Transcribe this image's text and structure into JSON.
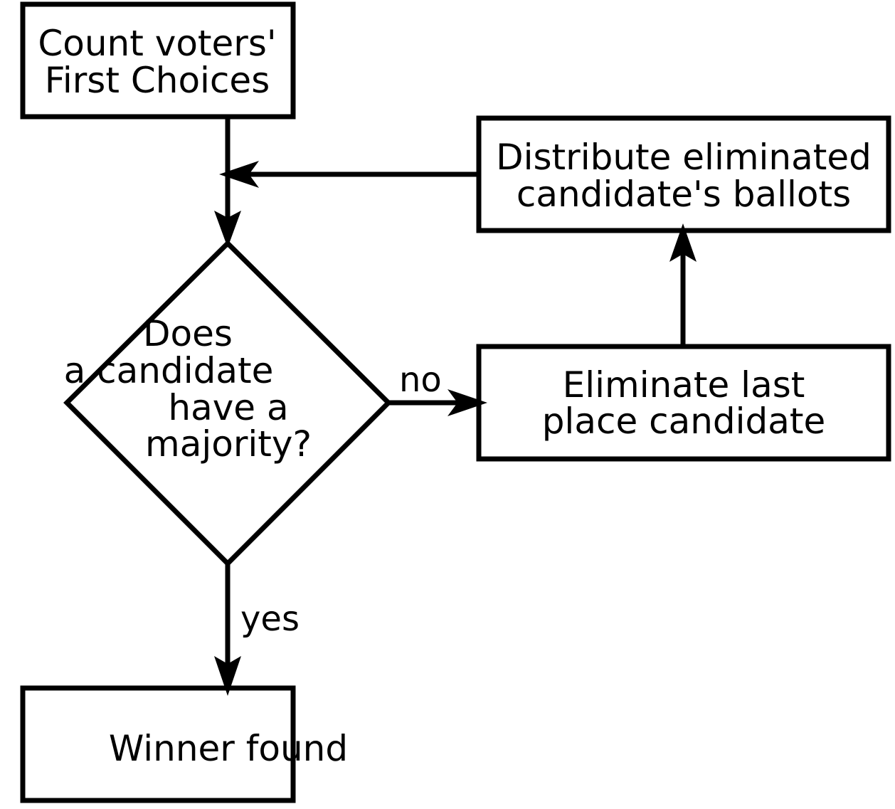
{
  "nodes": {
    "count_first_choices": {
      "lines": [
        "Count voters'",
        "First Choices"
      ]
    },
    "distribute_ballots": {
      "lines": [
        "Distribute eliminated",
        "candidate's ballots"
      ]
    },
    "majority_check": {
      "lines": [
        "Does",
        "a candidate",
        "have a",
        "majority?"
      ]
    },
    "eliminate_last": {
      "lines": [
        "Eliminate last",
        "place candidate"
      ]
    },
    "winner_found": {
      "lines": [
        "Winner found"
      ]
    }
  },
  "edges": {
    "no_label": "no",
    "yes_label": "yes"
  },
  "colors": {
    "stroke": "#000000",
    "background": "#ffffff"
  }
}
